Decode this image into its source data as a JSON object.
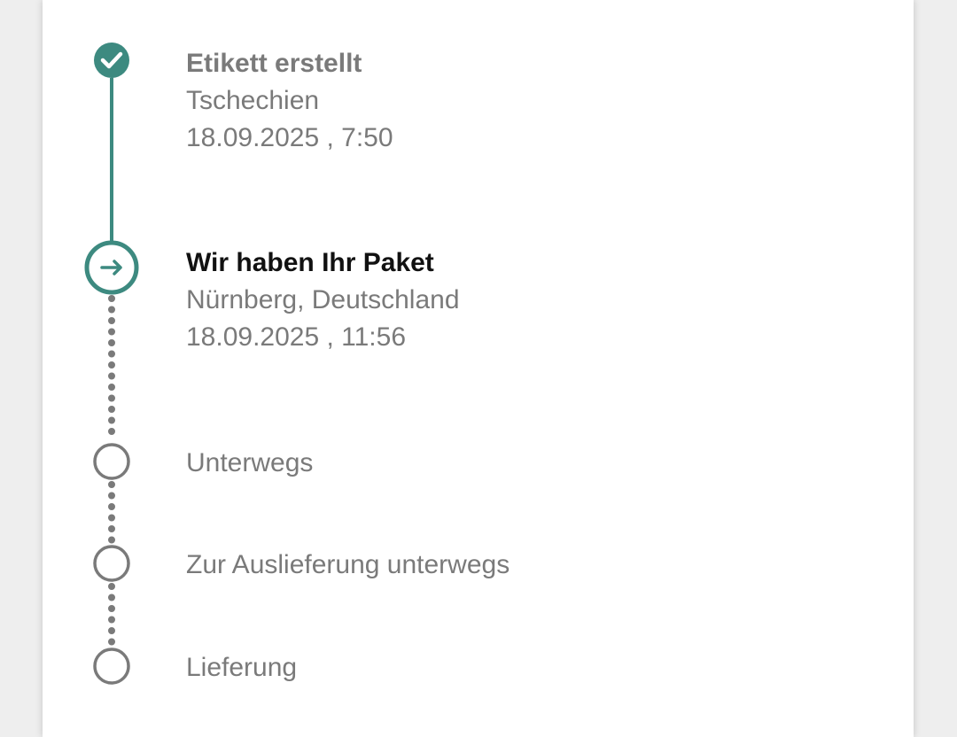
{
  "colors": {
    "accent": "#3d8a80",
    "pending": "#7a7a7a",
    "active_text": "#111111",
    "muted_text": "#7a7a7a"
  },
  "steps": [
    {
      "status": "done",
      "icon": "check-icon",
      "title": "Etikett erstellt",
      "location": "Tschechien",
      "datetime": "18.09.2025 ,  7:50"
    },
    {
      "status": "active",
      "icon": "arrow-right-icon",
      "title": "Wir haben Ihr Paket",
      "location": "Nürnberg, Deutschland",
      "datetime": "18.09.2025 ,  11:56"
    },
    {
      "status": "pending",
      "icon": "empty-circle-icon",
      "title": "Unterwegs"
    },
    {
      "status": "pending",
      "icon": "empty-circle-icon",
      "title": "Zur Auslieferung unterwegs"
    },
    {
      "status": "pending",
      "icon": "empty-circle-icon",
      "title": "Lieferung"
    }
  ]
}
